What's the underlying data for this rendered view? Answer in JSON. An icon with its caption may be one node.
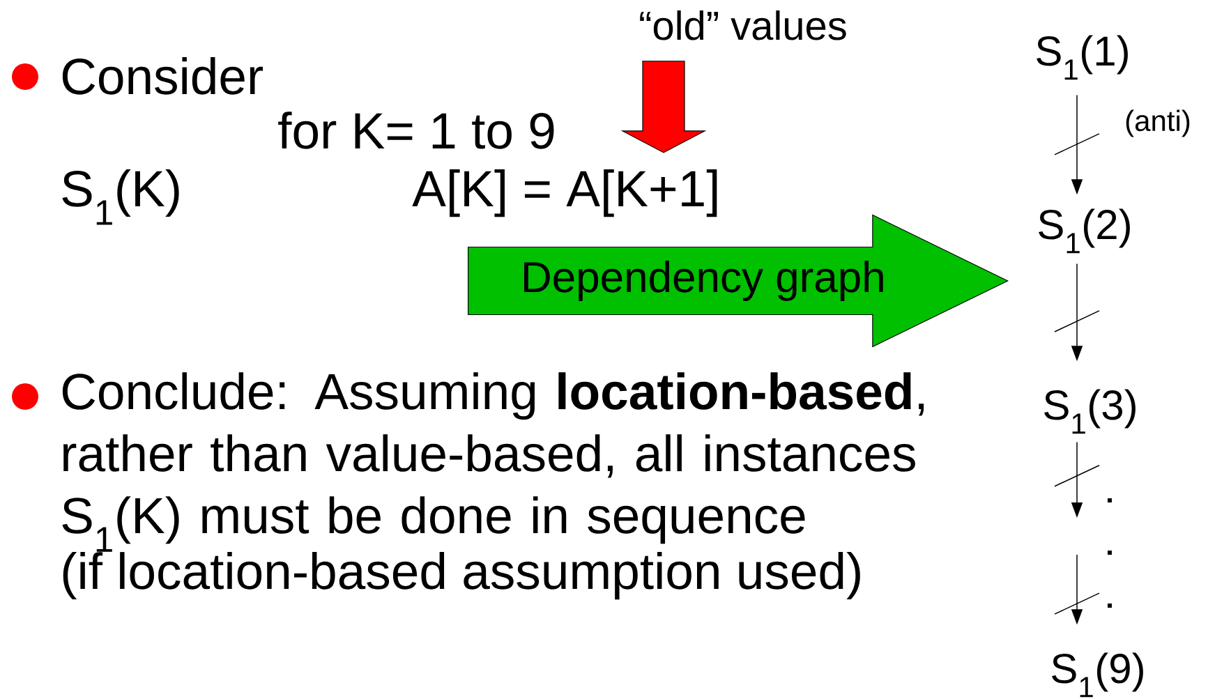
{
  "diagram": {
    "nodes": [
      {
        "text": [
          "S$_{1}$(1)"
        ]
      },
      {
        "text": [
          "S$_{1}$(2)"
        ]
      },
      {
        "text": [
          "S$_{1}$(3)"
        ]
      },
      {
        "text": [
          "S$_{1}$(9)"
        ]
      },
      {
        "text": [
          "“old” values"
        ]
      },
      {
        "text": [
          "A[K] = A[K+1]"
        ]
      },
      {
        "text": [
          "Dependency graph"
        ]
      }
    ],
    "edges": [
      {
        "from": 0,
        "to": 1,
        "arrow": "to",
        "label": "(anti)"
      },
      {
        "from": 1,
        "to": 2,
        "arrow": "to"
      },
      {
        "from": 2,
        "to": null,
        "arrow": "to"
      },
      {
        "from": null,
        "to": 3,
        "arrow": "to"
      },
      {
        "from": 4,
        "to": 5,
        "arrow": "to",
        "style": "thick",
        "color": "#ff0000"
      }
    ],
    "labels": [
      "Consider",
      "for K= 1 to 9",
      "S$_{1}$(K)",
      "Conclude: Assuming **location-based**, rather than value-based, all instances S$_{1}$(K) must be done in sequence",
      "(if location-based assumption used)"
    ]
  }
}
